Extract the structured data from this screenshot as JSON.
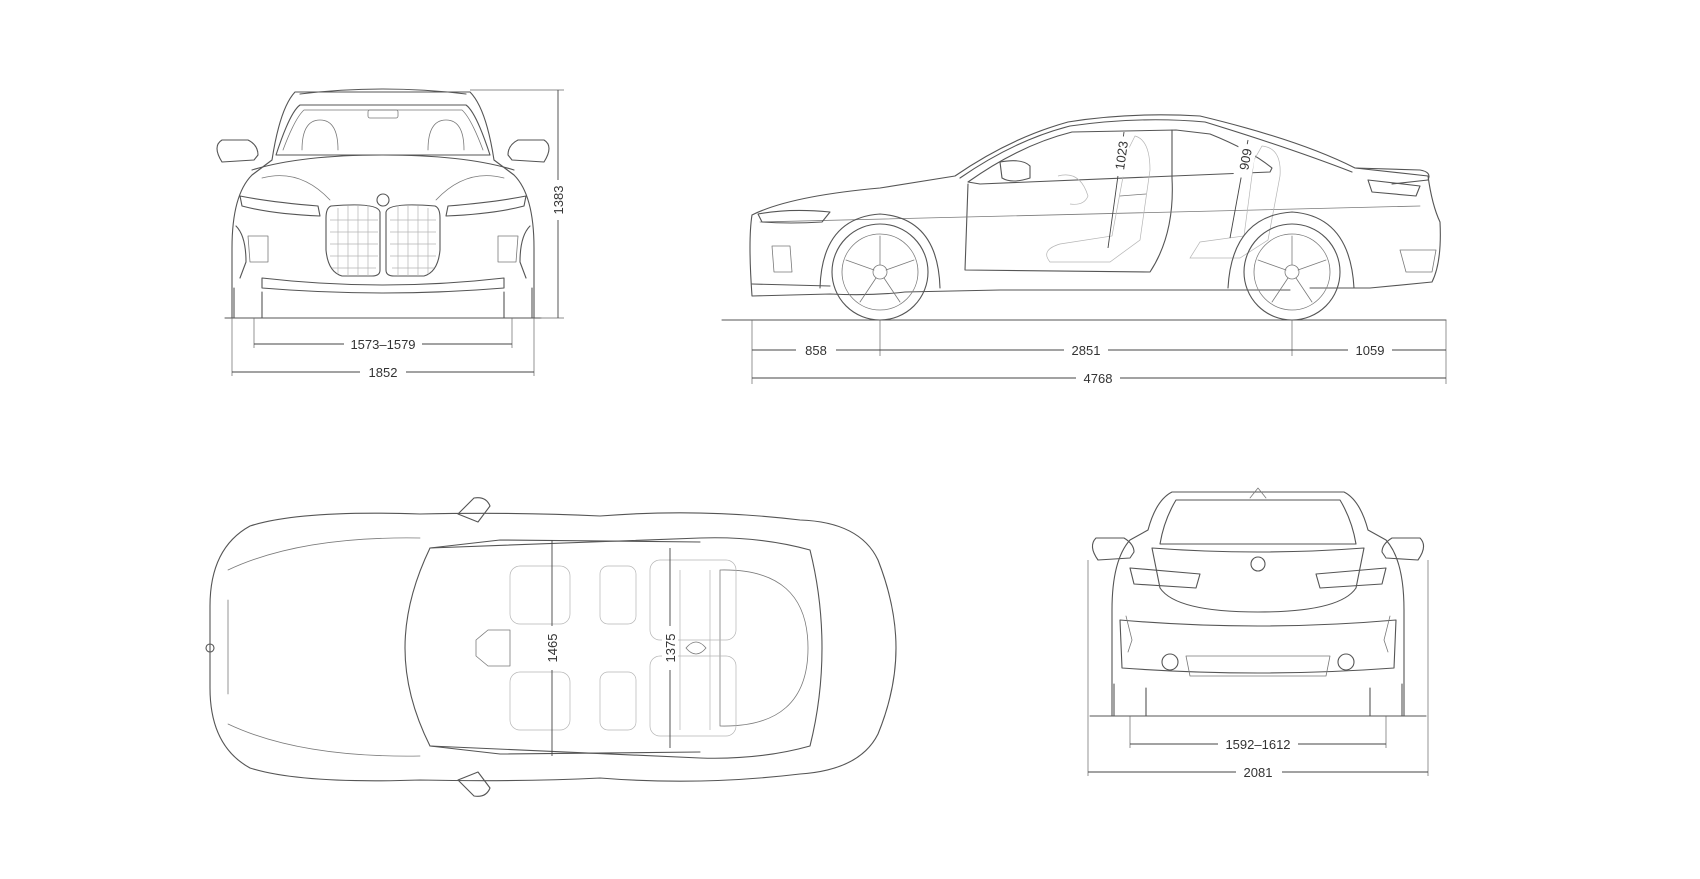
{
  "dimensions": {
    "front_track": "1573–1579",
    "front_width": "1852",
    "height": "1383",
    "front_overhang": "858",
    "wheelbase": "2851",
    "rear_overhang": "1059",
    "length": "4768",
    "front_headroom": "1023",
    "rear_headroom": "909",
    "front_interior_width": "1465",
    "rear_interior_width": "1375",
    "rear_track": "1592–1612",
    "width_with_mirrors": "2081"
  },
  "colors": {
    "line": "#555555",
    "background": "#ffffff"
  }
}
